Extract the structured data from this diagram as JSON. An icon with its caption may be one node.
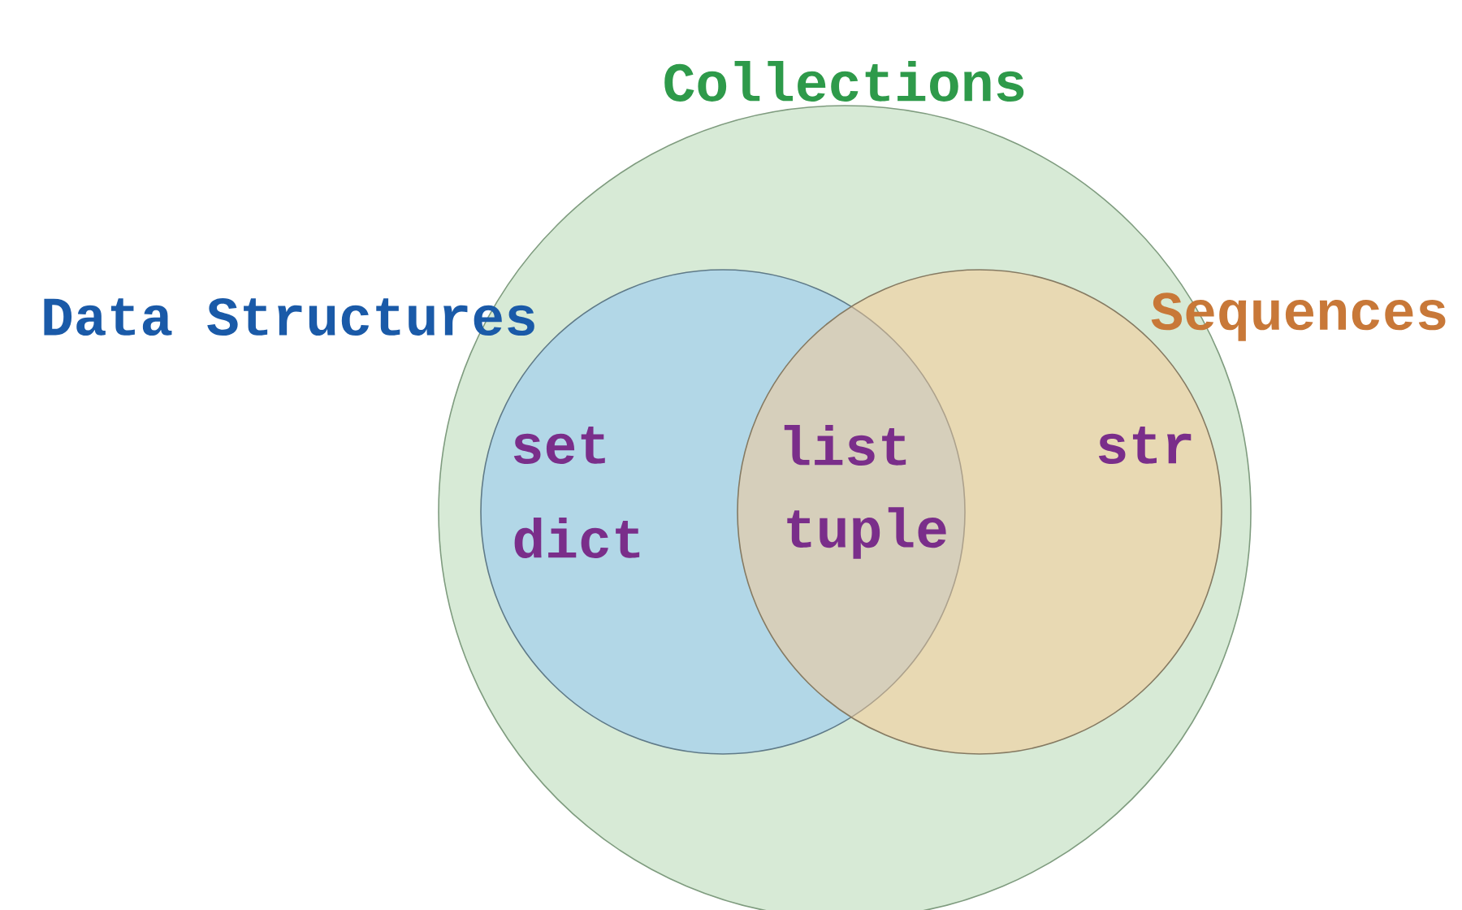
{
  "diagram": {
    "nodes": [
      {
        "text": [
          "Collections"
        ]
      },
      {
        "text": [
          "Data Structures",
          "set",
          "dict"
        ],
        "in": 0
      },
      {
        "text": [
          "Sequences",
          "str"
        ],
        "in": 0
      }
    ],
    "labels": [
      "list",
      "tuple"
    ]
  }
}
